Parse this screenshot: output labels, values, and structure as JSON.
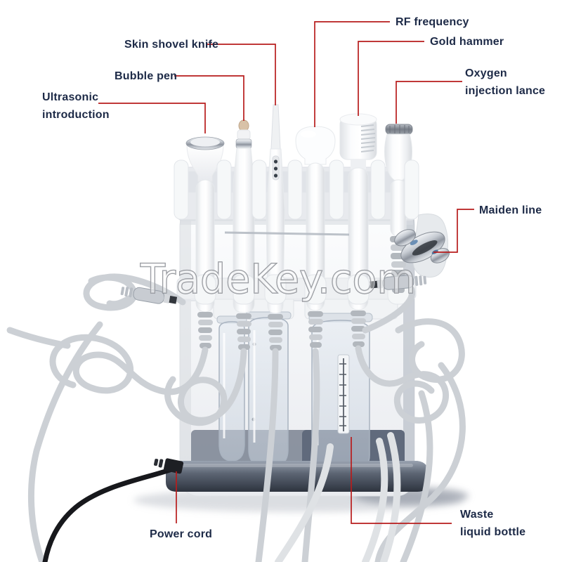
{
  "colors": {
    "background": "#ffffff",
    "callout_line": "#b81c1c",
    "label_text": "#1d2a47",
    "watermark_outline": "#8b8e94"
  },
  "watermark": {
    "text": "TradeKey.com"
  },
  "labels": {
    "ultrasonic_introduction": {
      "lines": [
        "Ultrasonic",
        "introduction"
      ]
    },
    "bubble_pen": {
      "lines": [
        "Bubble pen"
      ]
    },
    "skin_shovel_knife": {
      "lines": [
        "Skin shovel knife"
      ]
    },
    "rf_frequency": {
      "lines": [
        "RF frequency"
      ]
    },
    "gold_hammer": {
      "lines": [
        "Gold hammer"
      ]
    },
    "oxygen_injection_lance": {
      "lines": [
        "Oxygen",
        "injection lance"
      ]
    },
    "maiden_line": {
      "lines": [
        "Maiden line"
      ]
    },
    "power_cord": {
      "lines": [
        "Power cord"
      ]
    },
    "waste_liquid_bottle": {
      "lines": [
        "Waste",
        "liquid bottle"
      ]
    }
  }
}
